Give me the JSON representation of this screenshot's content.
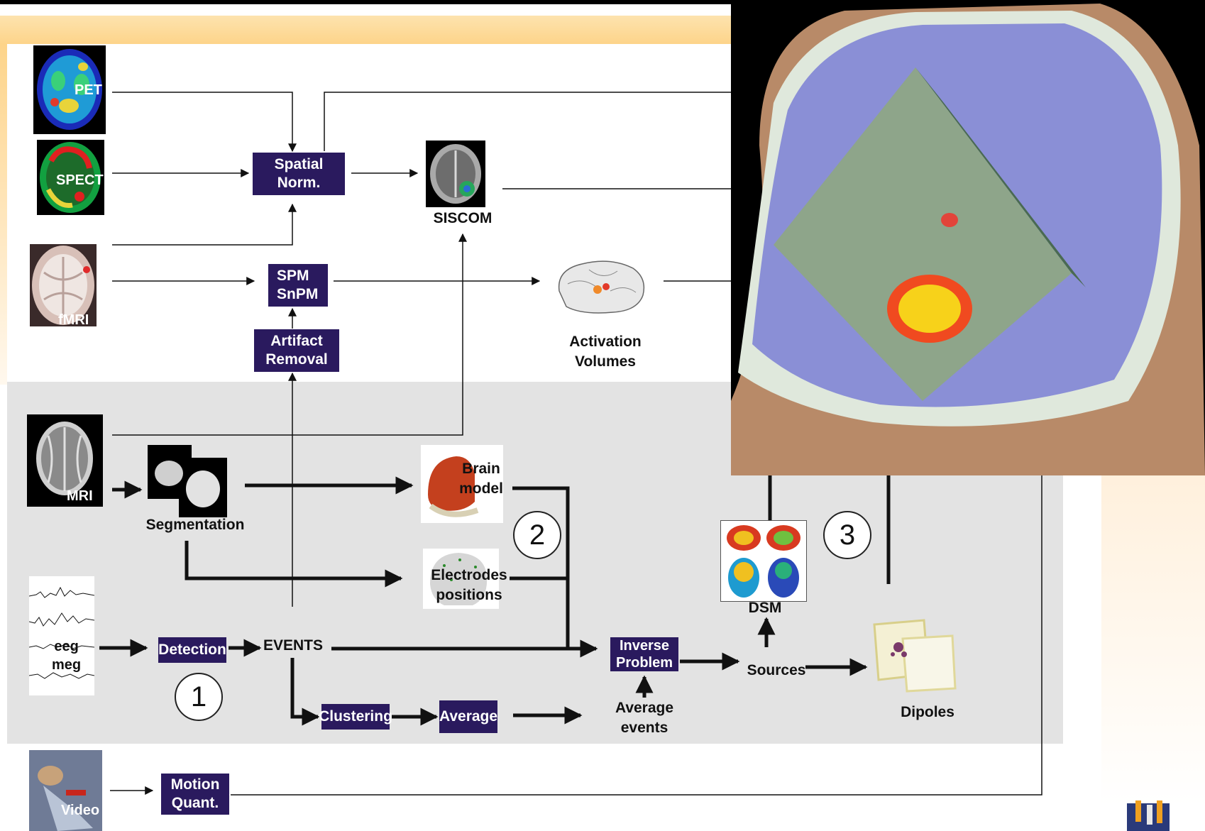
{
  "boxes": {
    "spatial_norm": "Spatial\nNorm.",
    "spm_snpm": "SPM\nSnPM",
    "artifact_removal": "Artifact\nRemoval",
    "detection": "Detection",
    "clustering": "Clustering",
    "average": "Average",
    "inverse_problem": "Inverse\nProblem",
    "motion_quant": "Motion\nQuant."
  },
  "labels": {
    "siscom": "SISCOM",
    "activation_volumes": "Activation\nVolumes",
    "segmentation": "Segmentation",
    "brain_model": "Brain\nmodel",
    "electrodes_positions": "Electrodes\npositions",
    "events": "EVENTS",
    "average_events": "Average\nevents",
    "sources": "Sources",
    "dsm": "DSM",
    "dipoles": "Dipoles"
  },
  "image_captions": {
    "pet": "PET",
    "spect": "SPECT",
    "fmri": "fMRI",
    "mri": "MRI",
    "eeg_meg": "eeg\nmeg",
    "video": "Video"
  },
  "steps": [
    "1",
    "2",
    "3"
  ],
  "colors": {
    "box_fill": "#2a1a5e",
    "header_band": "#fdd48a",
    "gray_panel": "#e3e3e3",
    "arrow": "#111111"
  }
}
